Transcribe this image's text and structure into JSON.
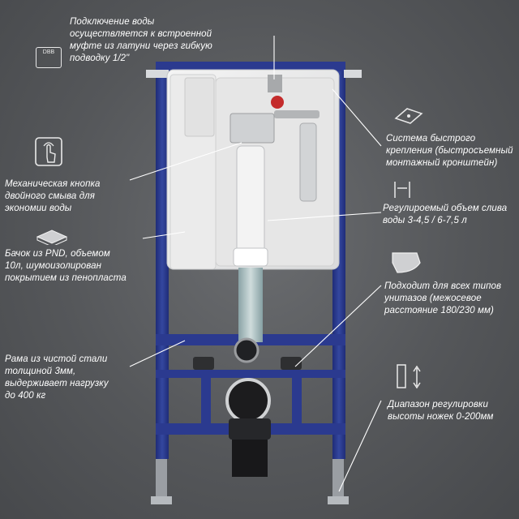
{
  "labels": {
    "water": "Подключение воды\nосуществляется к встроенной\nмуфте из латуни через гибкую\nподводку 1/2\"",
    "mount": "Система быстрого\nкрепления (быстросъемный\nмонтажный кронштейн)",
    "button": "Механическая кнопка\nдвойного смыва для\nэкономии воды",
    "volume": "Регулироемый объем слива\nводы 3-4,5 / 6-7,5 л",
    "tank": "Бачок из PND, объемом\n10л, шумоизолирован\nпокрытием из пенопласта",
    "fits": "Подходит для всех типов\nунитазов (межосевое\nрасстояние 180/230 мм)",
    "frame": "Рама из чистой стали\nтолщиной 3мм,\nвыдерживает нагрузку\nдо 400 кг",
    "legs": "Диапазон регулировки\nвысоты ножек 0-200мм"
  },
  "button_panel_text": "DBB",
  "colors": {
    "frame": "#2b3a8f",
    "tank": "#eeeeee",
    "text": "#ffffff"
  }
}
